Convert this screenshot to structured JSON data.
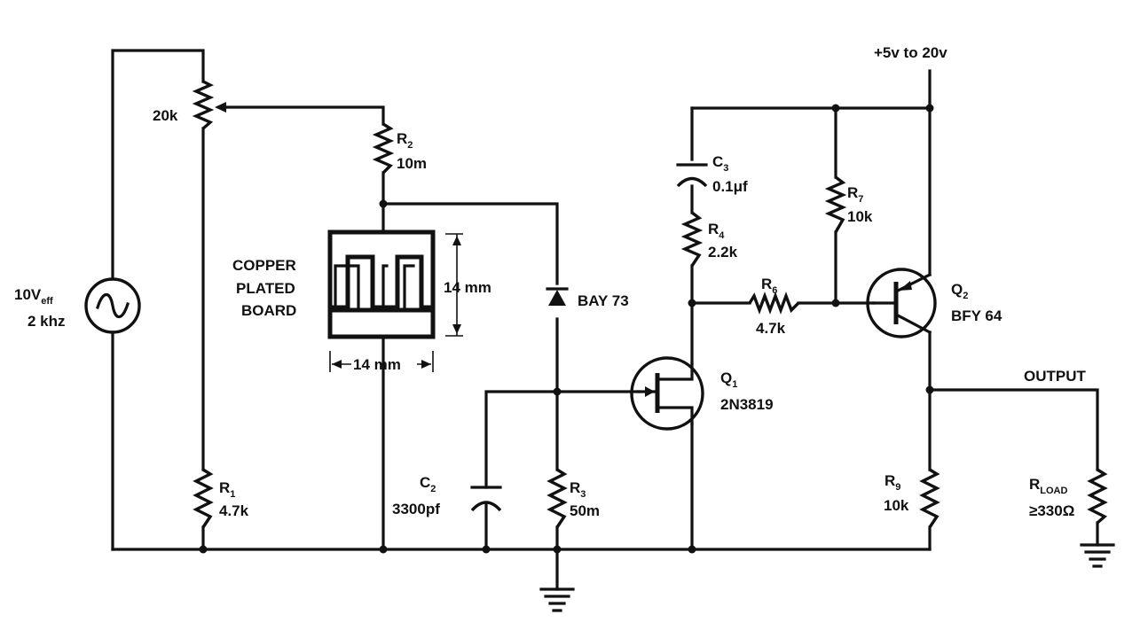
{
  "supply": {
    "label": "+5v to 20v"
  },
  "source": {
    "value": "10V",
    "value_sub": "eff",
    "freq": "2 khz"
  },
  "pot": {
    "value": "20k"
  },
  "r1": {
    "ref": "R",
    "ref_sub": "1",
    "value": "4.7k"
  },
  "r2": {
    "ref": "R",
    "ref_sub": "2",
    "value": "10m"
  },
  "r3": {
    "ref": "R",
    "ref_sub": "3",
    "value": "50m"
  },
  "r4": {
    "ref": "R",
    "ref_sub": "4",
    "value": "2.2k"
  },
  "r6": {
    "ref": "R",
    "ref_sub": "6",
    "value": "4.7k"
  },
  "r7": {
    "ref": "R",
    "ref_sub": "7",
    "value": "10k"
  },
  "r9": {
    "ref": "R",
    "ref_sub": "9",
    "value": "10k"
  },
  "rload": {
    "ref": "R",
    "ref_sub": "LOAD",
    "value": "≥330Ω"
  },
  "c2": {
    "ref": "C",
    "ref_sub": "2",
    "value": "3300pf"
  },
  "c3": {
    "ref": "C",
    "ref_sub": "3",
    "value": "0.1μf"
  },
  "diode": {
    "label": "BAY 73"
  },
  "q1": {
    "ref": "Q",
    "ref_sub": "1",
    "part": "2N3819"
  },
  "q2": {
    "ref": "Q",
    "ref_sub": "2",
    "part": "BFY 64"
  },
  "board": {
    "line1": "COPPER",
    "line2": "PLATED",
    "line3": "BOARD",
    "height": "14 mm",
    "width": "14 mm"
  },
  "output": {
    "label": "OUTPUT"
  }
}
